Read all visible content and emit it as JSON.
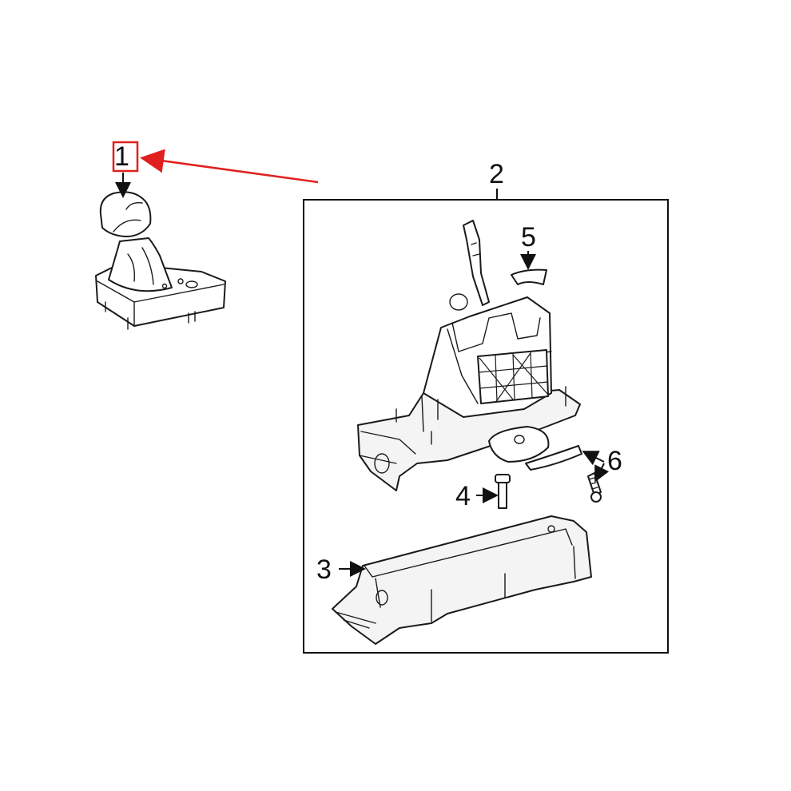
{
  "diagram": {
    "callouts": {
      "part_1": "1",
      "part_2": "2",
      "part_3": "3",
      "part_4": "4",
      "part_5": "5",
      "part_6": "6"
    },
    "highlight": {
      "target": "1",
      "color": "#e0201e"
    },
    "line_color": "#1a1a1a"
  }
}
